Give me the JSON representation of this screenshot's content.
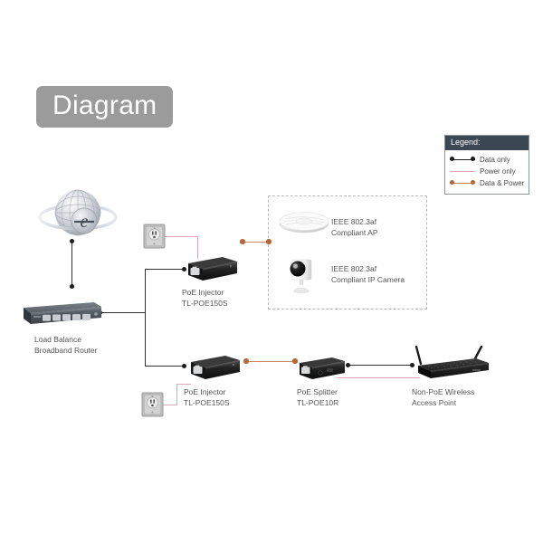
{
  "title": {
    "badge_label": "Diagram"
  },
  "legend": {
    "header": "Legend:",
    "items": [
      {
        "label": "Data only",
        "color": "#1d1d1d",
        "style": "dotted-ends"
      },
      {
        "label": "Power only",
        "color": "#d9a8bd",
        "style": "plain"
      },
      {
        "label": "Data & Power",
        "color": "#b5673a",
        "style": "dotted-ends"
      }
    ]
  },
  "devices": {
    "internet": {
      "name": "internet-globe",
      "label": ""
    },
    "router": {
      "label_line1": "Load Balance",
      "label_line2": "Broadband Router"
    },
    "injector_top": {
      "label_line1": "PoE Injector",
      "label_line2": "TL-POE150S"
    },
    "injector_bottom": {
      "label_line1": "PoE Injector",
      "label_line2": "TL-POE150S"
    },
    "splitter": {
      "label_line1": "PoE Splitter",
      "label_line2": "TL-POE10R"
    },
    "access_point": {
      "label_line1": "Non-PoE Wireless",
      "label_line2": "Access Point"
    },
    "ap_compliant": {
      "label_line1": "IEEE 802.3af",
      "label_line2": "Compliant AP"
    },
    "ip_camera": {
      "label_line1": "IEEE 802.3af",
      "label_line2": "Compliant IP Camera"
    },
    "outlet_top": {
      "label": ""
    },
    "outlet_bottom": {
      "label": ""
    }
  },
  "colors": {
    "data": "#1d1d1d",
    "power": "#d9a8bd",
    "data_power": "#b5673a",
    "badge_bg": "#9b9b9b",
    "legend_header_bg": "#3c4754",
    "label_text": "#555555",
    "dashed_border": "#b9b9b9"
  }
}
